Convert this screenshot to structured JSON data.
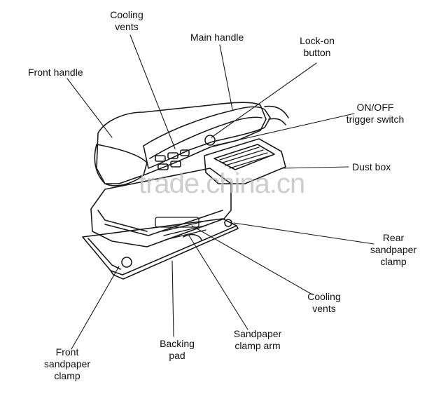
{
  "labels": {
    "cooling_vents_top": [
      "Cooling",
      "vents"
    ],
    "main_handle": [
      "Main handle"
    ],
    "lock_on_button": [
      "Lock-on",
      "button"
    ],
    "front_handle": [
      "Front handle"
    ],
    "on_off_switch": [
      "ON/OFF",
      "trigger switch"
    ],
    "dust_box": [
      "Dust box"
    ],
    "rear_clamp": [
      "Rear",
      "sandpaper",
      "clamp"
    ],
    "cooling_vents_bottom": [
      "Cooling",
      "vents"
    ],
    "clamp_arm": [
      "Sandpaper",
      "clamp arm"
    ],
    "backing_pad": [
      "Backing",
      "pad"
    ],
    "front_clamp": [
      "Front",
      "sandpaper",
      "clamp"
    ]
  },
  "watermark": "trade.china.cn",
  "colors": {
    "line": "#1a1a1a",
    "text": "#111111",
    "watermark": "#bdbdbd"
  }
}
